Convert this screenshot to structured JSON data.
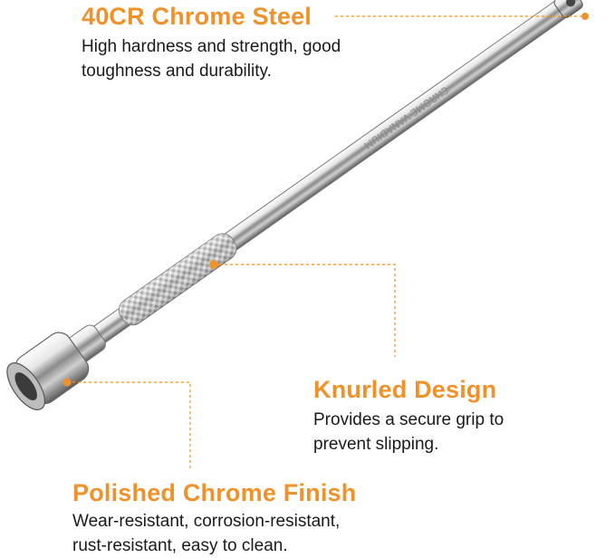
{
  "accent_color": "#F0922B",
  "features": [
    {
      "title": "40CR Chrome Steel",
      "desc_lines": [
        "High hardness and strength, good",
        "toughness and durability."
      ]
    },
    {
      "title": "Knurled Design",
      "desc_lines": [
        "Provides a secure grip to",
        "prevent slipping."
      ]
    },
    {
      "title": "Polished Chrome Finish",
      "desc_lines": [
        "Wear-resistant, corrosion-resistant,",
        "rust-resistant, easy to clean."
      ]
    }
  ],
  "product": {
    "name": "socket-extension-bar",
    "engraving": "CHROME VANADIUM"
  }
}
